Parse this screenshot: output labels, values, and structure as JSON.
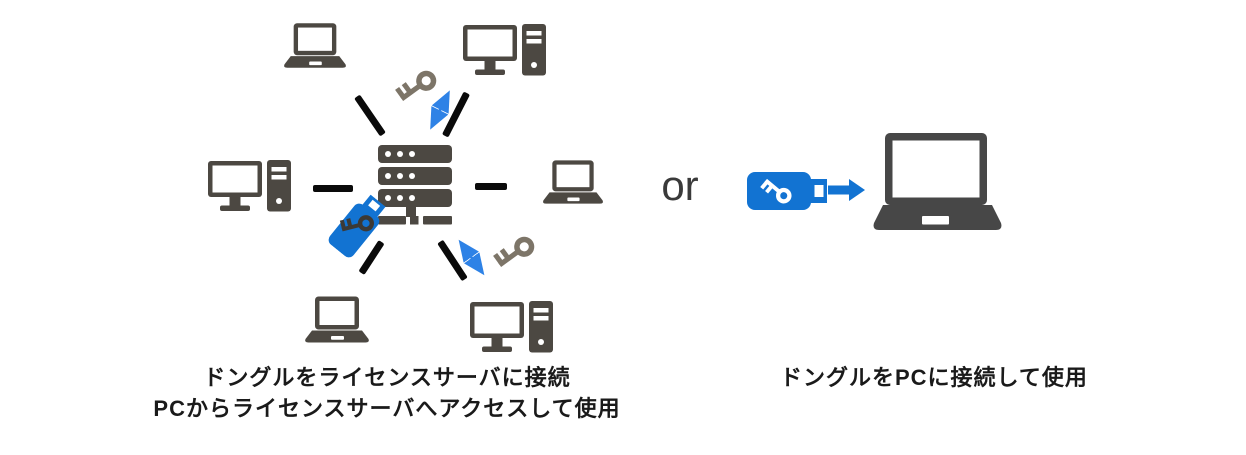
{
  "figure": {
    "left_panel": {
      "caption_line1": "ドングルをライセンスサーバに接続",
      "caption_line2": "PCからライセンスサーバへアクセスして使用"
    },
    "or_label": "or",
    "right_panel": {
      "caption": "ドングルをPCに接続して使用"
    },
    "icons": {
      "laptop": "laptop-icon",
      "desktop_pc": "desktop-pc-icon",
      "server": "server-rack-icon",
      "key": "license-key-icon",
      "dongle": "usb-dongle-icon",
      "double_arrow": "sync-double-arrow-icon",
      "arrow_right": "block-arrow-right-icon",
      "network_link": "network-link-dash"
    },
    "colors": {
      "dongle_blue": "#1273d2",
      "thin_arrow_blue": "#2e82e6",
      "icon_dark_gray": "#4c4842",
      "big_laptop_gray": "#474747",
      "key_gray": "#7d7568",
      "network_line_black": "#0a0a0a",
      "caption_text": "#1a1a1a",
      "or_text": "#3a3a3a"
    }
  }
}
